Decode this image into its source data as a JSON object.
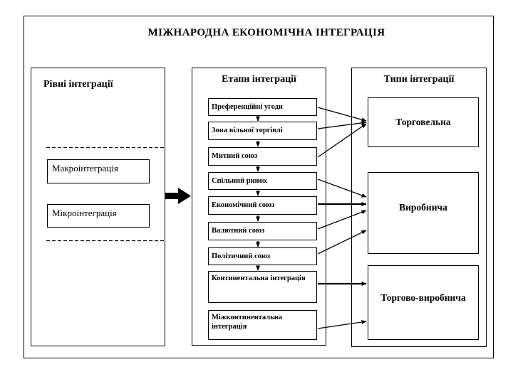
{
  "title": "МІЖНАРОДНА ЕКОНОМІЧНА ІНТЕГРАЦІЯ",
  "levels": {
    "header": "Рівні інтеграції",
    "items": [
      "Макроінтеграція",
      "Мікроінтеграція"
    ]
  },
  "stages": {
    "header": "Етапи інтеграції",
    "items": [
      "Преференційні угоди",
      "Зона вільної торгівлі",
      "Митний союз",
      "Спільний ринок",
      "Економічний союз",
      "Валютний союз",
      "Політичний союз",
      "Континентальна інтеграція",
      "Міжконтинентальна інтеграція"
    ]
  },
  "types": {
    "header": "Типи інтеграції",
    "items": [
      "Торговельна",
      "Виробнича",
      "Торгово-виробнича"
    ]
  },
  "connections": {
    "levels_to_stages": [
      {
        "from": "Рівні інтеграції",
        "to": "Етапи інтеграції"
      }
    ],
    "stage_flow": [
      {
        "from": "Преференційні угоди",
        "to": "Зона вільної торгівлі"
      },
      {
        "from": "Зона вільної торгівлі",
        "to": "Митний союз"
      },
      {
        "from": "Митний союз",
        "to": "Спільний ринок"
      },
      {
        "from": "Спільний ринок",
        "to": "Економічний союз"
      },
      {
        "from": "Економічний союз",
        "to": "Валютний союз"
      },
      {
        "from": "Валютний союз",
        "to": "Політичний союз"
      },
      {
        "from": "Політичний союз",
        "to": "Континентальна інтеграція"
      }
    ],
    "stages_to_types": [
      {
        "from": "Преференційні угоди",
        "to": "Торговельна"
      },
      {
        "from": "Зона вільної торгівлі",
        "to": "Торговельна"
      },
      {
        "from": "Митний союз",
        "to": "Торговельна"
      },
      {
        "from": "Спільний ринок",
        "to": "Виробнича"
      },
      {
        "from": "Економічний союз",
        "to": "Виробнича"
      },
      {
        "from": "Валютний союз",
        "to": "Виробнича"
      },
      {
        "from": "Політичний союз",
        "to": "Виробнича"
      },
      {
        "from": "Континентальна інтеграція",
        "to": "Торгово-виробнича"
      },
      {
        "from": "Міжконтинентальна інтеграція",
        "to": "Торгово-виробнича"
      }
    ]
  },
  "colors": {
    "ink": "#000000",
    "background": "#ffffff"
  }
}
